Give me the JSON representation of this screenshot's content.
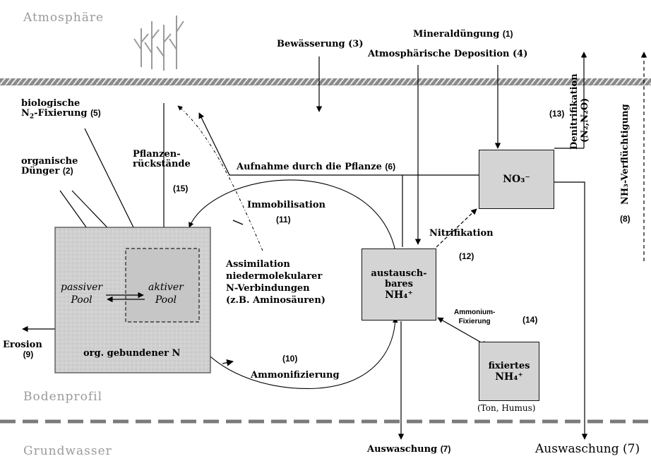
{
  "layers": {
    "atmosphere": "Atmosphäre",
    "soil_profile": "Bodenprofil",
    "groundwater": "Grundwasser"
  },
  "labels": {
    "mineral_fertilizer": "Mineraldüngung",
    "mineral_fertilizer_num": "(1)",
    "atm_deposition": "Atmosphärische Deposition (4)",
    "irrigation": "Bewässerung (3)",
    "bio_fixation_1": "biologische",
    "bio_fixation_2": "N",
    "bio_fixation_sub": "2",
    "bio_fixation_3": "-Fixierung",
    "bio_fixation_num": "(5)",
    "organic_1": "organische",
    "organic_2": "Dünger",
    "organic_num": "(2)",
    "residues_1": "Pflanzen-",
    "residues_2": "rückstände",
    "residues_num": "(15)",
    "uptake": "Aufnahme durch die Pflanze",
    "uptake_num": "(6)",
    "immobilisation": "Immobilisation",
    "immobilisation_num": "(11)",
    "assimilation_1": "Assimilation",
    "assimilation_2": "niedermolekularer",
    "assimilation_3": "N-Verbindungen",
    "assimilation_4": "(z.B. Aminosäuren)",
    "nitrification": "Nitrifikation",
    "nitrification_num": "(12)",
    "ammonification": "Ammonifizierung",
    "ammonification_num": "(10)",
    "ammonium_fix_1": "Ammonium-",
    "ammonium_fix_2": "Fixierung",
    "ammonium_fix_num": "(14)",
    "erosion": "Erosion",
    "erosion_num": "(9)",
    "denitrification_num": "(13)",
    "denitrification": "Denitrifikation",
    "denitrification_gas": "(N₂,N₂O)",
    "nh3_volatilization": "NH₃-Verflüchtigung",
    "nh3_num": "(8)",
    "leaching_small": "Auswaschung",
    "leaching_small_num": "(7)",
    "leaching_big": "Auswaschung (7)",
    "clay_humus": "(Ton, Humus)"
  },
  "boxes": {
    "no3": "NO₃⁻",
    "exch_1": "austausch-",
    "exch_2": "bares",
    "exch_3": "NH₄⁺",
    "fixed_1": "fixiertes",
    "fixed_2": "NH₄⁺",
    "org_bound": "org. gebundener N",
    "passive_1": "passiver",
    "passive_2": "Pool",
    "active_1": "aktiver",
    "active_2": "Pool"
  },
  "colors": {
    "box_fill": "#d4d4d4",
    "layer_text": "#9a9a9a",
    "soil_line": "#7a7a7a"
  }
}
